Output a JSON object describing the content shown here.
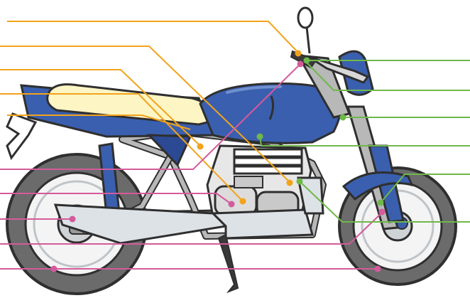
{
  "colors": {
    "outline": "#2f2f2f",
    "tire": "#6b6b6b",
    "tire_light": "#8f8f8f",
    "rim": "#f4f4f4",
    "hub": "#cfd3d6",
    "body_blue": "#3a5fae",
    "body_blue_dark": "#2c4a93",
    "body_blue_light": "#6f90cf",
    "seat": "#fdf5c4",
    "frame": "#b8b8b8",
    "frame_dark": "#8d8d8d",
    "engine": "#e7e7e7",
    "engine_dark": "#c9c9c9",
    "exhaust": "#dde2e7",
    "callout_orange": "#f2a31b",
    "callout_green": "#6fb84a",
    "callout_pink": "#d45b9b"
  },
  "callouts": {
    "left": [
      {
        "color": "orange",
        "target": "headlight-area"
      },
      {
        "color": "orange",
        "target": "engine-right"
      },
      {
        "color": "orange",
        "target": "frame-under-tank"
      },
      {
        "color": "orange",
        "target": "engine-left"
      },
      {
        "color": "orange",
        "target": "seat-rail"
      },
      {
        "color": "pink",
        "target": "handlebar-mount"
      },
      {
        "color": "pink",
        "target": "engine-cover"
      },
      {
        "color": "pink",
        "target": "rear-hub"
      },
      {
        "color": "pink",
        "target": "front-hub"
      },
      {
        "color": "pink",
        "target": "rear-tire"
      }
    ],
    "right": [
      {
        "color": "green",
        "target": "handlebar"
      },
      {
        "color": "green",
        "target": "headstock"
      },
      {
        "color": "green",
        "target": "front-fork"
      },
      {
        "color": "green",
        "target": "tank-bottom"
      },
      {
        "color": "green",
        "target": "front-fender"
      },
      {
        "color": "green",
        "target": "cylinder"
      }
    ]
  }
}
